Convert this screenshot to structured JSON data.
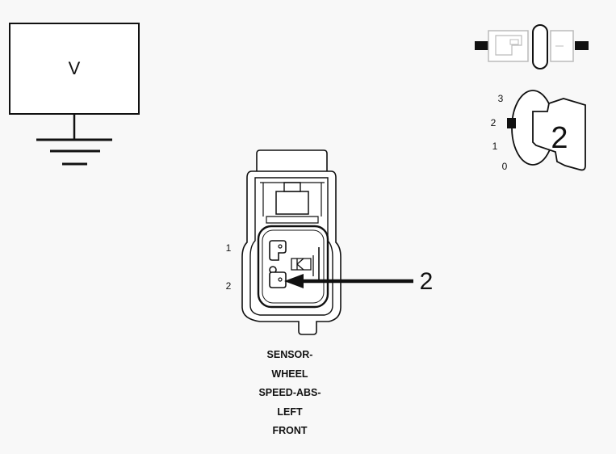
{
  "meter": {
    "symbol": "V"
  },
  "connector": {
    "pin_labels": [
      "1",
      "2"
    ],
    "callout_label": "2",
    "name_lines": [
      "SENSOR-",
      "WHEEL",
      "SPEED-ABS-",
      "LEFT",
      "FRONT"
    ]
  },
  "ignition": {
    "positions": [
      "3",
      "2",
      "1",
      "0"
    ],
    "key_label": "2"
  }
}
